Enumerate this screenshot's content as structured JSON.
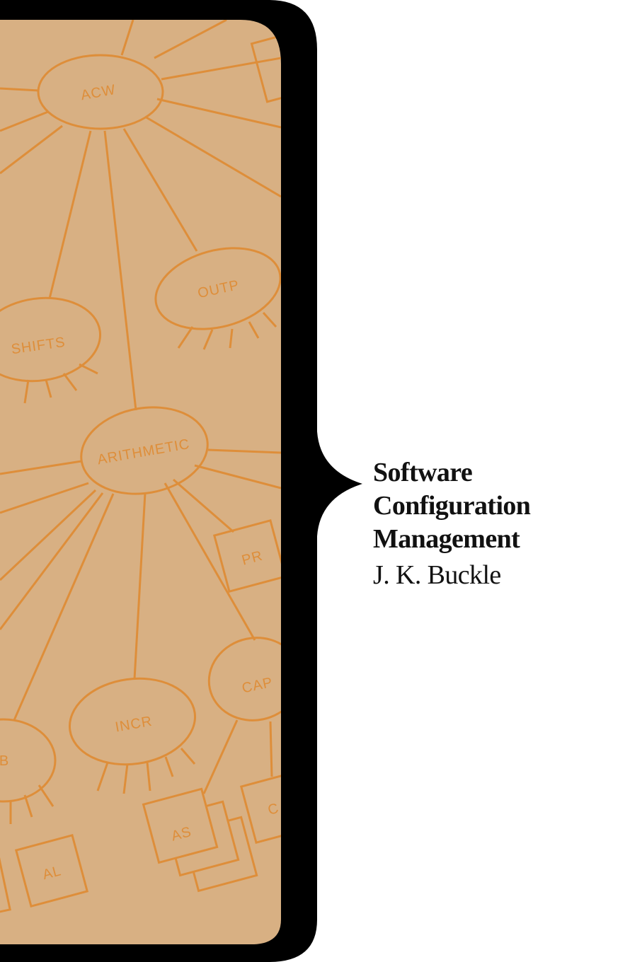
{
  "colors": {
    "panel": "#d8b083",
    "line": "#de8e3a",
    "brace": "#000000",
    "background": "#ffffff",
    "text": "#111111"
  },
  "title": {
    "lines": [
      "Software",
      "Configuration",
      "Management"
    ],
    "author": "J. K. Buckle"
  },
  "diagram": {
    "nodes": {
      "acw": "ACW",
      "outp": "OUTP",
      "shifts": "SHIFTS",
      "arithmetic": "ARITHMETIC",
      "pr": "PR",
      "cap": "CAP",
      "incr": "INCR",
      "b": "B",
      "al": "AL",
      "as": "AS",
      "c": "C"
    }
  }
}
